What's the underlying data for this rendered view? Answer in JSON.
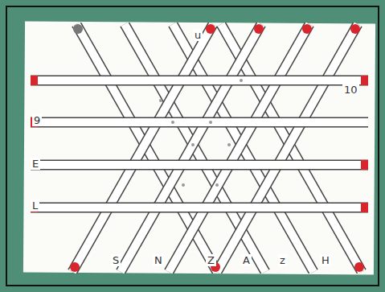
{
  "diagram": {
    "labels": [
      "u",
      "10",
      "9",
      "E",
      "L",
      "S",
      "N",
      "Z",
      "A",
      "z",
      "H"
    ]
  }
}
